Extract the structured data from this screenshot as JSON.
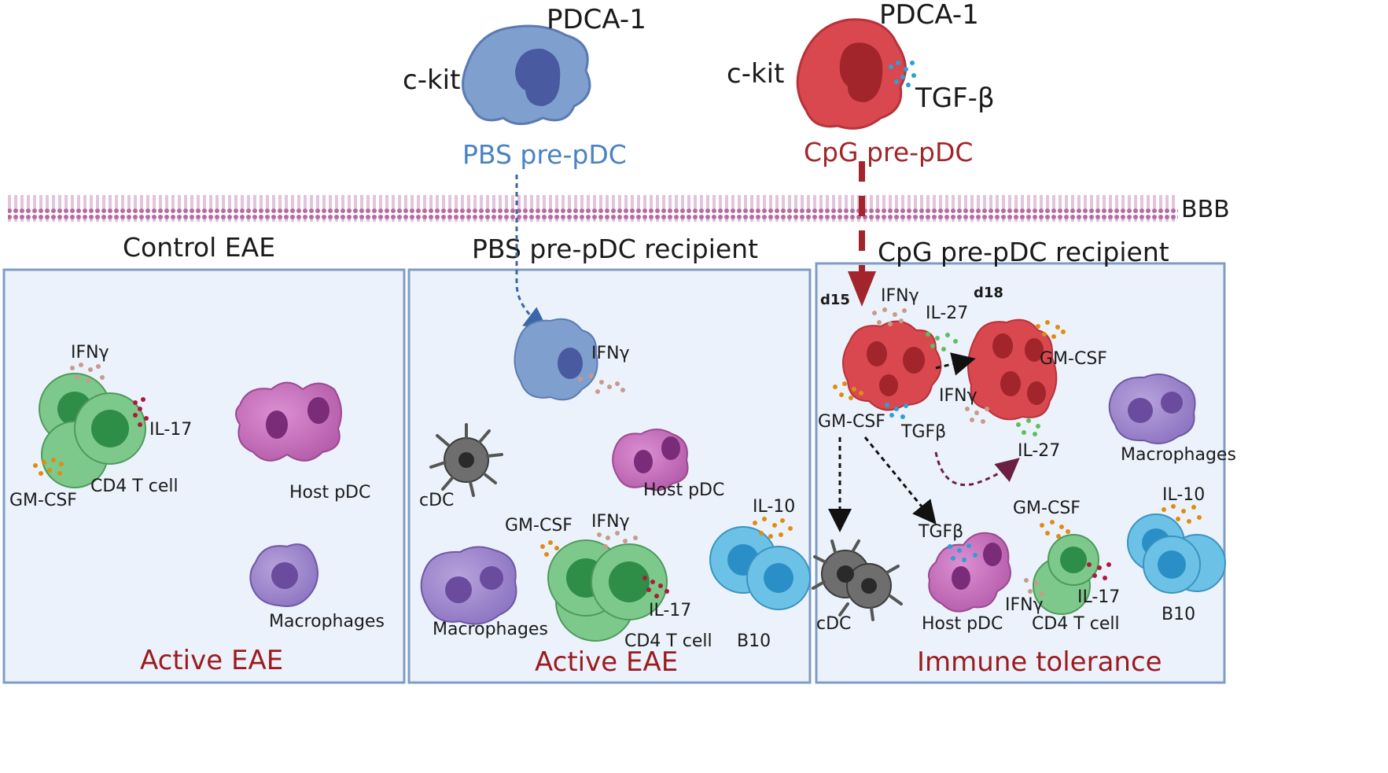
{
  "top": {
    "pbs_cell": {
      "surface_top": "PDCA-1",
      "surface_left": "c-kit",
      "name": "PBS pre-pDC"
    },
    "cpg_cell": {
      "surface_top": "PDCA-1",
      "surface_left": "c-kit",
      "secreted": "TGF-β",
      "name": "CpG pre-pDC"
    },
    "barrier_label": "BBB"
  },
  "panels": {
    "control": {
      "title": "Control EAE",
      "ifn": "IFNγ",
      "il17": "IL-17",
      "gmcsf": "GM-CSF",
      "t_cell": "CD4 T cell",
      "host_pdc": "Host pDC",
      "macrophages": "Macrophages",
      "outcome": "Active EAE"
    },
    "pbs": {
      "title": "PBS pre-pDC recipient",
      "ifn_pdc": "IFNγ",
      "cdc": "cDC",
      "host_pdc": "Host pDC",
      "b10_il10": "IL-10",
      "b10": "B10",
      "gmcsf": "GM-CSF",
      "ifn_t": "IFNγ",
      "il17": "IL-17",
      "t_cell": "CD4 T cell",
      "macrophages": "Macrophages",
      "outcome": "Active EAE"
    },
    "cpg": {
      "title": "CpG pre-pDC recipient",
      "day15": "d15",
      "day18": "d18",
      "ifn_top": "IFNγ",
      "il27_top": "IL-27",
      "gmcsf_right": "GM-CSF",
      "ifn_mid": "IFNγ",
      "gmcsf_left": "GM-CSF",
      "tgfb_left": "TGFβ",
      "il27_bottom": "IL-27",
      "macrophages": "Macrophages",
      "cdc": "cDC",
      "tgfb_host": "TGFβ",
      "host_pdc": "Host pDC",
      "gmcsf_t": "GM-CSF",
      "ifn_t": "IFNγ",
      "il17": "IL-17",
      "t_cell": "CD4 T cell",
      "b10_il10": "IL-10",
      "b10": "B10",
      "outcome": "Immune tolerance"
    }
  },
  "colors": {
    "pbs_blue": "#4a82c3",
    "cpg_red": "#a1252a",
    "outcome_red": "#9b1b1f",
    "panel_fill": "#ecf2fb",
    "panel_border": "#7f9cc7",
    "membrane": "#b56aa3"
  }
}
